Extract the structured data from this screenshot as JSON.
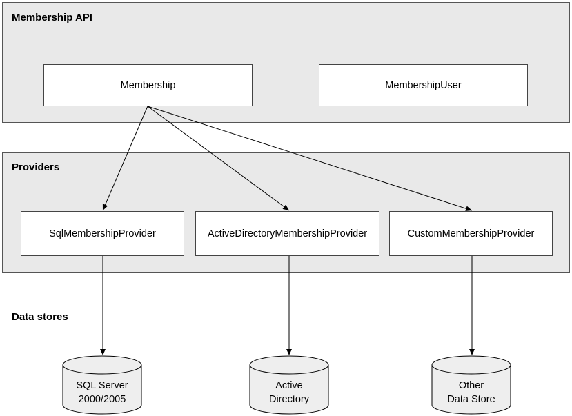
{
  "membership_api": {
    "title": "Membership API",
    "boxes": [
      "Membership",
      "MembershipUser"
    ]
  },
  "providers": {
    "title": "Providers",
    "boxes": [
      "SqlMembershipProvider",
      "ActiveDirectoryMembershipProvider",
      "CustomMembershipProvider"
    ]
  },
  "data_stores": {
    "title": "Data stores",
    "items": [
      {
        "line1": "SQL Server",
        "line2": "2000/2005"
      },
      {
        "line1": "Active",
        "line2": "Directory"
      },
      {
        "line1": "Other",
        "line2": "Data Store"
      }
    ]
  },
  "colors": {
    "panel_fill": "#e9e9e9",
    "box_fill": "#ffffff",
    "cylinder_fill": "#eeeeee",
    "stroke": "#000000"
  }
}
